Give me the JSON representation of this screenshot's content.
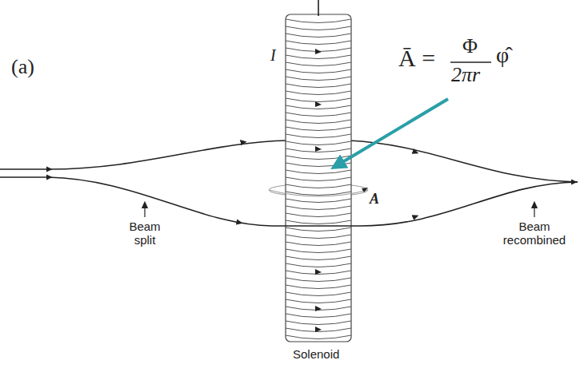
{
  "diagram": {
    "labels": [
      "(a)",
      "Ā =",
      "Φ",
      "2πr",
      "φ̂",
      "I",
      "A",
      "Beam split",
      "Beam recombined",
      "Solenoid"
    ]
  }
}
